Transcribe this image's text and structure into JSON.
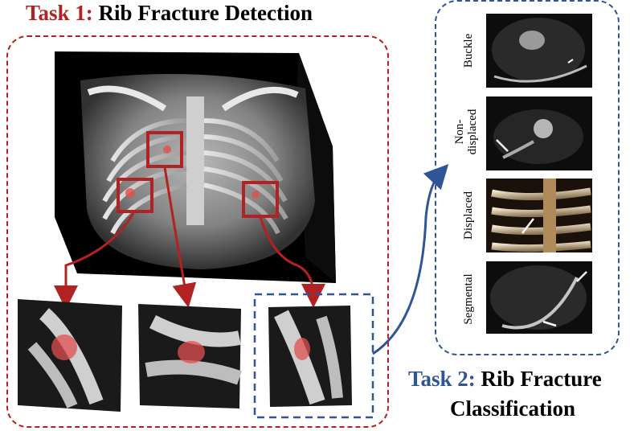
{
  "task1": {
    "label": "Task 1:",
    "name": "Rib Fracture Detection",
    "color": "#b22222"
  },
  "task2": {
    "label": "Task 2:",
    "name_line1": "Rib Fracture",
    "name_line2": "Classification",
    "color": "#2f5597"
  },
  "classes": [
    {
      "label": "Buckle"
    },
    {
      "label_line1": "Non-",
      "label_line2": "displaced"
    },
    {
      "label": "Displaced"
    },
    {
      "label": "Segmental"
    }
  ],
  "colors": {
    "detection": "#b22222",
    "classification": "#2f5597",
    "fracture_overlay": "#e05050"
  }
}
